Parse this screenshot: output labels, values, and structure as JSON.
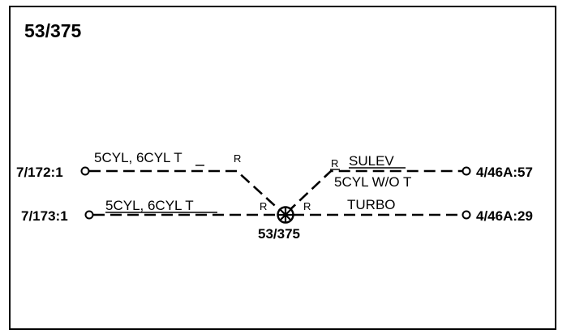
{
  "title": "53/375",
  "splice": {
    "label": "53/375",
    "icon": "splice-circle-cross-icon"
  },
  "wires": [
    {
      "from": "7/172:1",
      "to": "4/46A:57",
      "left_option": "5CYL, 6CYL T",
      "left_option_underlined_chars": "T",
      "left_route": "R",
      "right_route": "R",
      "right_option_line1": "SULEV",
      "right_option_line2": "5CYL W/O T"
    },
    {
      "from": "7/173:1",
      "to": "4/46A:29",
      "left_option": "5CYL, 6CYL T",
      "left_option_underlined_chars": "5CYL, 6CYL T",
      "left_route": "R",
      "right_route": "R",
      "right_option": "TURBO"
    }
  ],
  "colors": {
    "line": "#000000",
    "background": "#ffffff"
  }
}
